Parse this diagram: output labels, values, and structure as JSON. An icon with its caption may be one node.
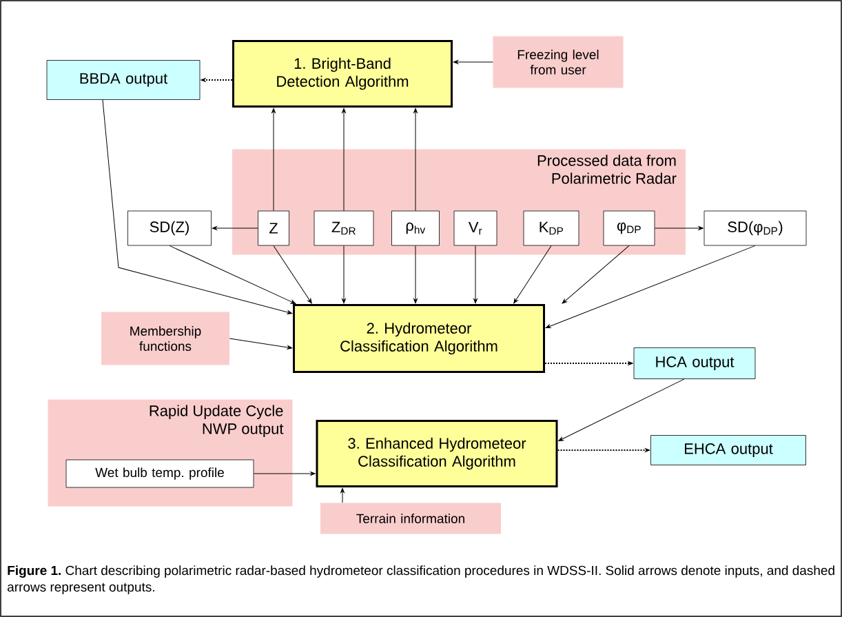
{
  "diagram": {
    "caption": "**Figure 1.** Chart describing polarimetric radar-based hydrometeor classification procedures in WDSS-II. Solid arrows denote inputs, and dashed arrows represent outputs.",
    "nodes": [
      {
        "text": [
          "BBDA output"
        ]
      },
      {
        "text": [
          "1. Bright-Band Detection Algorithm"
        ]
      },
      {
        "text": [
          "Freezing level from user"
        ]
      },
      {
        "text": [
          "Processed data from Polarimetric Radar"
        ]
      },
      {
        "text": [
          "SD(Z)"
        ]
      },
      {
        "text": [
          "Z"
        ],
        "in": 3
      },
      {
        "text": [
          "Z$_{DR}$"
        ],
        "in": 3
      },
      {
        "text": [
          "ρ$_{hv}$"
        ],
        "in": 3
      },
      {
        "text": [
          "V$_{r}$"
        ],
        "in": 3
      },
      {
        "text": [
          "K$_{DP}$"
        ],
        "in": 3
      },
      {
        "text": [
          "φ$_{DP}$"
        ],
        "in": 3
      },
      {
        "text": [
          "SD(φ$_{DP}$)"
        ]
      },
      {
        "text": [
          "Membership functions"
        ]
      },
      {
        "text": [
          "2. Hydrometeor Classification Algorithm"
        ]
      },
      {
        "text": [
          "HCA output"
        ]
      },
      {
        "text": [
          "Rapid Update Cycle NWP output"
        ]
      },
      {
        "text": [
          "Wet bulb temp. profile"
        ],
        "in": 15
      },
      {
        "text": [
          "3. Enhanced Hydrometeor Classification Algorithm"
        ]
      },
      {
        "text": [
          "EHCA output"
        ]
      },
      {
        "text": [
          "Terrain information"
        ]
      }
    ],
    "edges": [
      {
        "from": 1,
        "to": 0,
        "arrow": "to",
        "style": "dashed"
      },
      {
        "from": 2,
        "to": 1,
        "arrow": "to"
      },
      {
        "from": 5,
        "to": 1,
        "arrow": "to"
      },
      {
        "from": 6,
        "to": 1,
        "arrow": "to"
      },
      {
        "from": 7,
        "to": 1,
        "arrow": "to"
      },
      {
        "from": 5,
        "to": 4,
        "arrow": "to"
      },
      {
        "from": 10,
        "to": 11,
        "arrow": "to"
      },
      {
        "from": 0,
        "to": 13,
        "arrow": "to"
      },
      {
        "from": 4,
        "to": 13,
        "arrow": "to"
      },
      {
        "from": 5,
        "to": 13,
        "arrow": "to"
      },
      {
        "from": 6,
        "to": 13,
        "arrow": "to"
      },
      {
        "from": 7,
        "to": 13,
        "arrow": "to"
      },
      {
        "from": 8,
        "to": 13,
        "arrow": "to"
      },
      {
        "from": 9,
        "to": 13,
        "arrow": "to"
      },
      {
        "from": 10,
        "to": 13,
        "arrow": "to"
      },
      {
        "from": 11,
        "to": 13,
        "arrow": "to"
      },
      {
        "from": 12,
        "to": 13,
        "arrow": "to"
      },
      {
        "from": 13,
        "to": 14,
        "arrow": "to",
        "style": "dashed"
      },
      {
        "from": 14,
        "to": 17,
        "arrow": "to"
      },
      {
        "from": 16,
        "to": 17,
        "arrow": "to"
      },
      {
        "from": 19,
        "to": 17,
        "arrow": "to"
      },
      {
        "from": 17,
        "to": 18,
        "arrow": "to",
        "style": "dashed"
      }
    ]
  }
}
